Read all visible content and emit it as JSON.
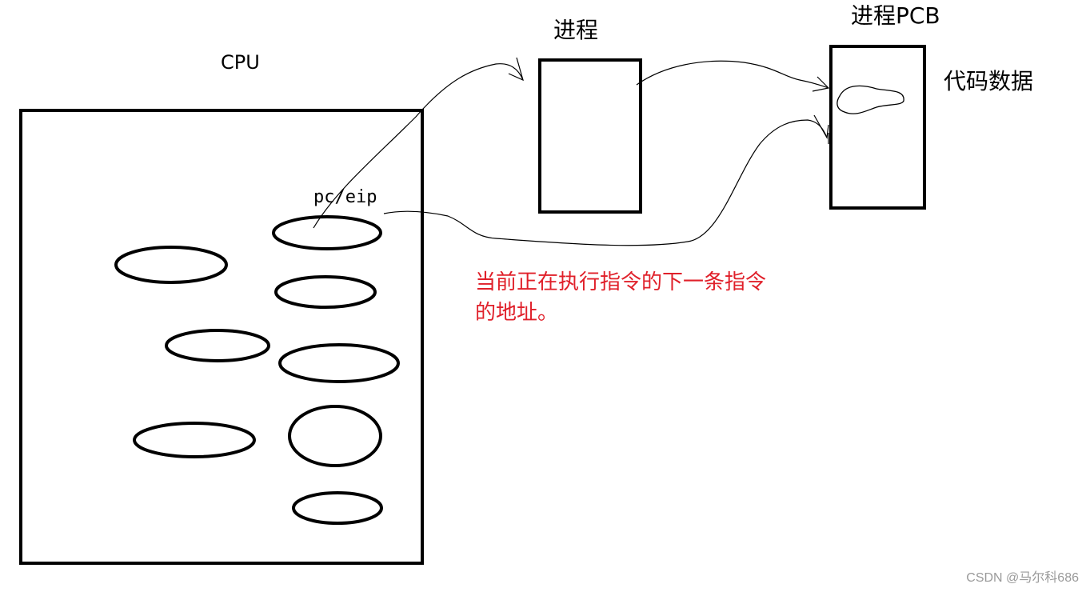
{
  "labels": {
    "cpu": "CPU",
    "pc_eip": "pc/eip",
    "process": "进程",
    "process_pcb": "进程PCB",
    "code_data": "代码数据"
  },
  "annotation": {
    "line1": "当前正在执行指令的下一条指令",
    "line2": "的地址。",
    "color": "#e0202a"
  },
  "watermark": "CSDN @马尔科686",
  "colors": {
    "stroke": "#000000",
    "background": "#ffffff",
    "watermark": "#9a9a9a"
  }
}
